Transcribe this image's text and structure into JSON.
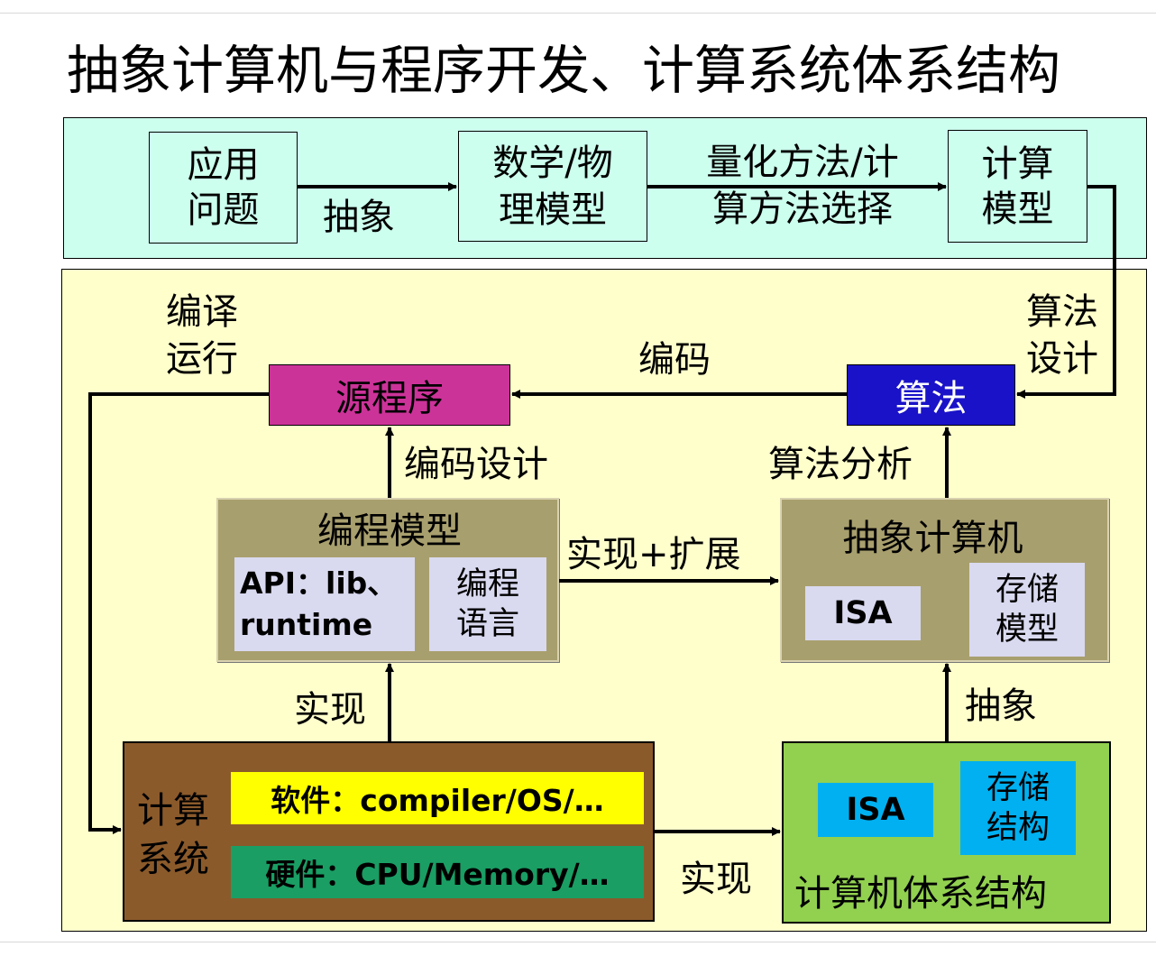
{
  "title": "抽象计算机与程序开发、计算系统体系结构",
  "top_flow": {
    "app_problem": "应用\n问题",
    "abstraction": "抽象",
    "math_model": "数学/物\n理模型",
    "quant_method": "量化方法/计\n算方法选择",
    "compute_model": "计算\n模型"
  },
  "algorithm_design": "算法\n设计",
  "compile_run": "编译\n运行",
  "source_program": "源程序",
  "coding": "编码",
  "algorithm": "算法",
  "coding_design": "编码设计",
  "algorithm_analysis": "算法分析",
  "programming_model": {
    "title": "编程模型",
    "api": "API：lib、\nruntime",
    "language": "编程\n语言"
  },
  "implement_extend": "实现+扩展",
  "abstract_machine": {
    "title": "抽象计算机",
    "isa": "ISA",
    "storage_model": "存储\n模型"
  },
  "implement_left": "实现",
  "abstract_right": "抽象",
  "computing_system": {
    "title": "计算\n系统",
    "software": "软件：compiler/OS/…",
    "hardware": "硬件：CPU/Memory/…"
  },
  "implement_bottom": "实现",
  "architecture": {
    "title": "计算机体系结构",
    "isa": "ISA",
    "storage_structure": "存储\n结构"
  },
  "colors": {
    "top_panel": "#ccffee",
    "bottom_panel": "#ffffcc",
    "source_program": "#cc3399",
    "algorithm": "#1a12c8",
    "model_box": "#a89f6e",
    "inner_lavender": "#d9d9f0",
    "computing_system": "#8b5a2b",
    "software": "#ffff00",
    "hardware": "#1a9e64",
    "architecture": "#92d050",
    "architecture_inner": "#00b0f0"
  }
}
